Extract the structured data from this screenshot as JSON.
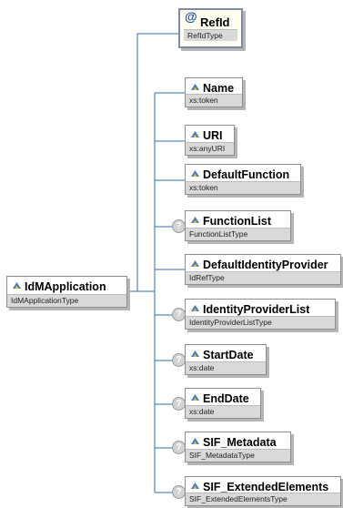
{
  "root": {
    "name": "IdMApplication",
    "type": "IdMApplicationType"
  },
  "attribute": {
    "prefix": "@",
    "name": "RefId",
    "type": "RefIdType"
  },
  "optional_glyph": "?",
  "elements": [
    {
      "name": "Name",
      "type": "xs:token",
      "optional": false
    },
    {
      "name": "URI",
      "type": "xs:anyURI",
      "optional": false
    },
    {
      "name": "DefaultFunction",
      "type": "xs:token",
      "optional": false
    },
    {
      "name": "FunctionList",
      "type": "FunctionListType",
      "optional": true
    },
    {
      "name": "DefaultIdentityProvider",
      "type": "IdRefType",
      "optional": false
    },
    {
      "name": "IdentityProviderList",
      "type": "IdentityProviderListType",
      "optional": true
    },
    {
      "name": "StartDate",
      "type": "xs:date",
      "optional": true
    },
    {
      "name": "EndDate",
      "type": "xs:date",
      "optional": true
    },
    {
      "name": "SIF_Metadata",
      "type": "SIF_MetadataType",
      "optional": true
    },
    {
      "name": "SIF_ExtendedElements",
      "type": "SIF_ExtendedElementsType",
      "optional": true
    }
  ]
}
